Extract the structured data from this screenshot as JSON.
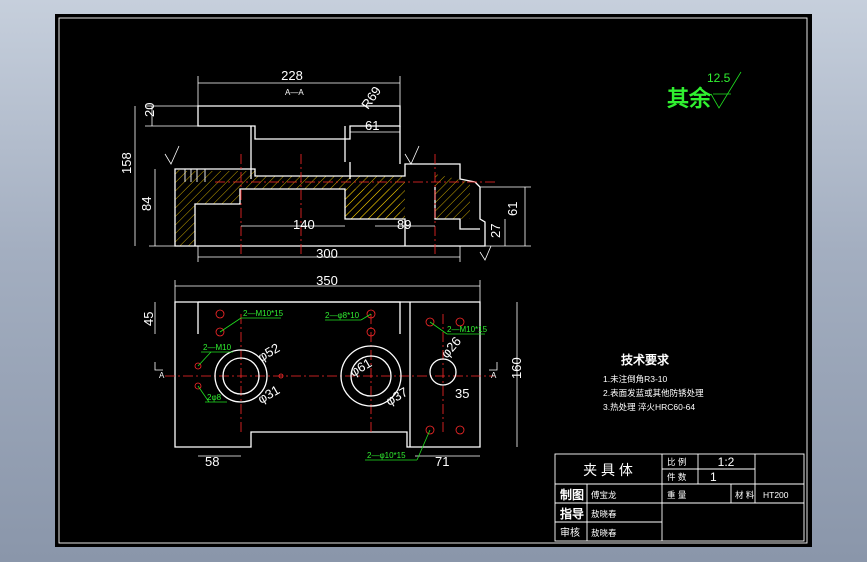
{
  "drawing": {
    "view_label": "A—A",
    "section_mark": "A",
    "dims": {
      "top_width": "228",
      "top_thk": "20",
      "overall_h": "158",
      "h84": "84",
      "w61": "61",
      "w140": "140",
      "w89": "89",
      "w300": "300",
      "h61": "61",
      "h27": "27",
      "w350": "350",
      "h45": "45",
      "h160": "160",
      "w58": "58",
      "w71": "71",
      "w35": "35",
      "r69": "R69",
      "d52": "φ52",
      "d31a": "φ31",
      "d61": "φ61",
      "d31b": "φ37",
      "d26": "φ26"
    },
    "notes": {
      "n_m10x15_a": "2—M10*15",
      "n_phi8x10": "2—φ8*10",
      "n_m10x15_b": "2—M10*15",
      "n_m10": "2—M10",
      "n_phi8": "2φ8",
      "n_phi10x15": "2—φ10*15",
      "rough_12": "12.5"
    },
    "rest_roughness": "其余",
    "tech_req": {
      "title": "技术要求",
      "lines": [
        "1.未注倒角R3-10",
        "2.表面发蓝或其他防锈处理",
        "3.热处理  淬火HRC60-64"
      ]
    }
  },
  "title_block": {
    "part_name": "夹  具  体",
    "scale_label": "比  例",
    "scale_value": "1:2",
    "qty_label": "件  数",
    "qty_value": "1",
    "weight_label": "重  量",
    "material_label": "材  料",
    "material_value": "HT200",
    "draw_label": "制图",
    "draw_name": "傅宝龙",
    "guide_label": "指导",
    "guide_name": "敖晓春",
    "check_label": "审核",
    "check_name": "敖晓春"
  }
}
